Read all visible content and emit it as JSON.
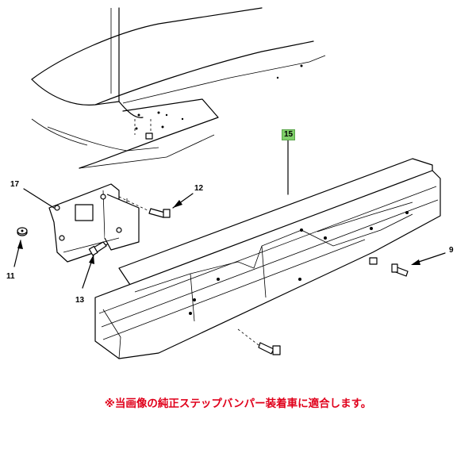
{
  "callouts": {
    "part_15": "15",
    "part_17": "17",
    "part_12": "12",
    "part_11": "11",
    "part_13": "13",
    "part_9": "9"
  },
  "note_text": "※当画像の純正ステップバンパー装着車に適合します。",
  "colors": {
    "highlight": "#7fcf6a",
    "note": "#e0001b"
  }
}
